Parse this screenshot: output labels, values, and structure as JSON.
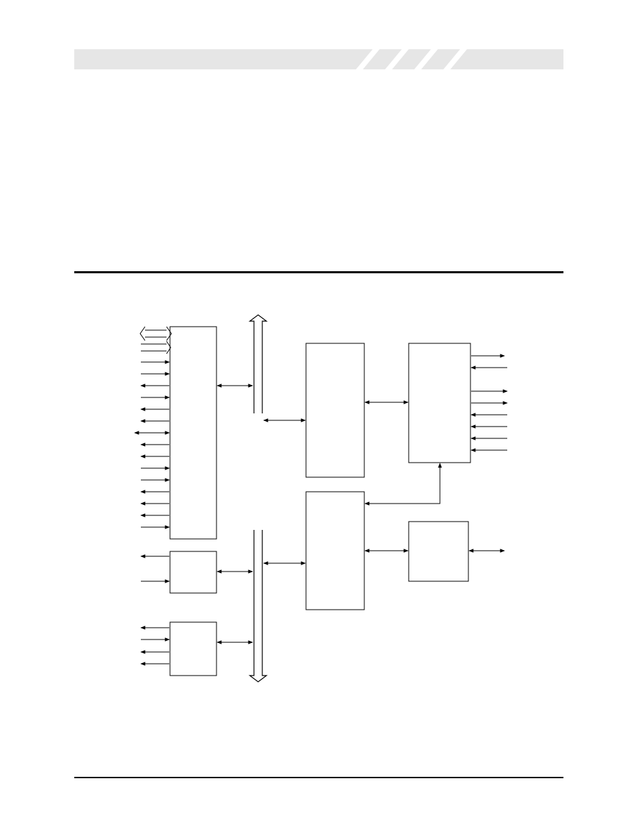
{
  "colors": {
    "band_fill": "#e6e6e6",
    "band_stripe": "#ffffff",
    "line": "#000000",
    "box_fill": "#ffffff"
  },
  "diagram": {
    "blocks": [
      "main-interface-block",
      "small-block-upper",
      "small-block-lower",
      "center-block-upper",
      "center-block-lower",
      "right-block-upper",
      "right-block-lower"
    ],
    "left_signal_directions": [
      "both-bus",
      "in-bus",
      "in",
      "in",
      "out",
      "in",
      "out",
      "out",
      "both",
      "out",
      "out",
      "in",
      "in",
      "out",
      "out",
      "out",
      "in"
    ],
    "right_signal_directions": [
      "out",
      "in",
      "out",
      "out",
      "in",
      "in",
      "in",
      "in"
    ]
  }
}
